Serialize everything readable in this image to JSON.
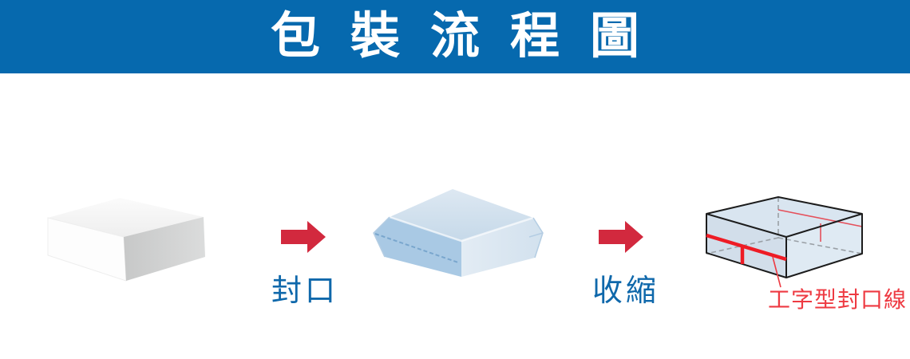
{
  "header": {
    "title": "包裝流程圖"
  },
  "flow": {
    "stages": [
      {
        "name": "unwrapped-box",
        "description_icon": "plain-white-box-illustration"
      },
      {
        "name": "film-wrapped-box",
        "description_icon": "blue-film-wrapped-box-illustration"
      },
      {
        "name": "shrink-wrapped-box",
        "description_icon": "outlined-box-with-seal-lines-illustration"
      }
    ],
    "transitions": [
      {
        "label": "封口"
      },
      {
        "label": "收縮"
      }
    ],
    "callout": {
      "text": "工字型封口線"
    }
  },
  "icons": [
    "right-arrow-icon",
    "right-arrow-icon"
  ],
  "colors": {
    "header-blue": "#0669ae",
    "label-blue": "#0f68ab",
    "arrow-red": "#d2293e",
    "seal-line-red": "#ee1c25",
    "callout-red": "#ee3a42",
    "film-blue-top": "#cfdfec",
    "film-blue-left": "#a9c9e4",
    "film-blue-right": "#dde9f3",
    "box-outline": "#1c1c1c"
  }
}
